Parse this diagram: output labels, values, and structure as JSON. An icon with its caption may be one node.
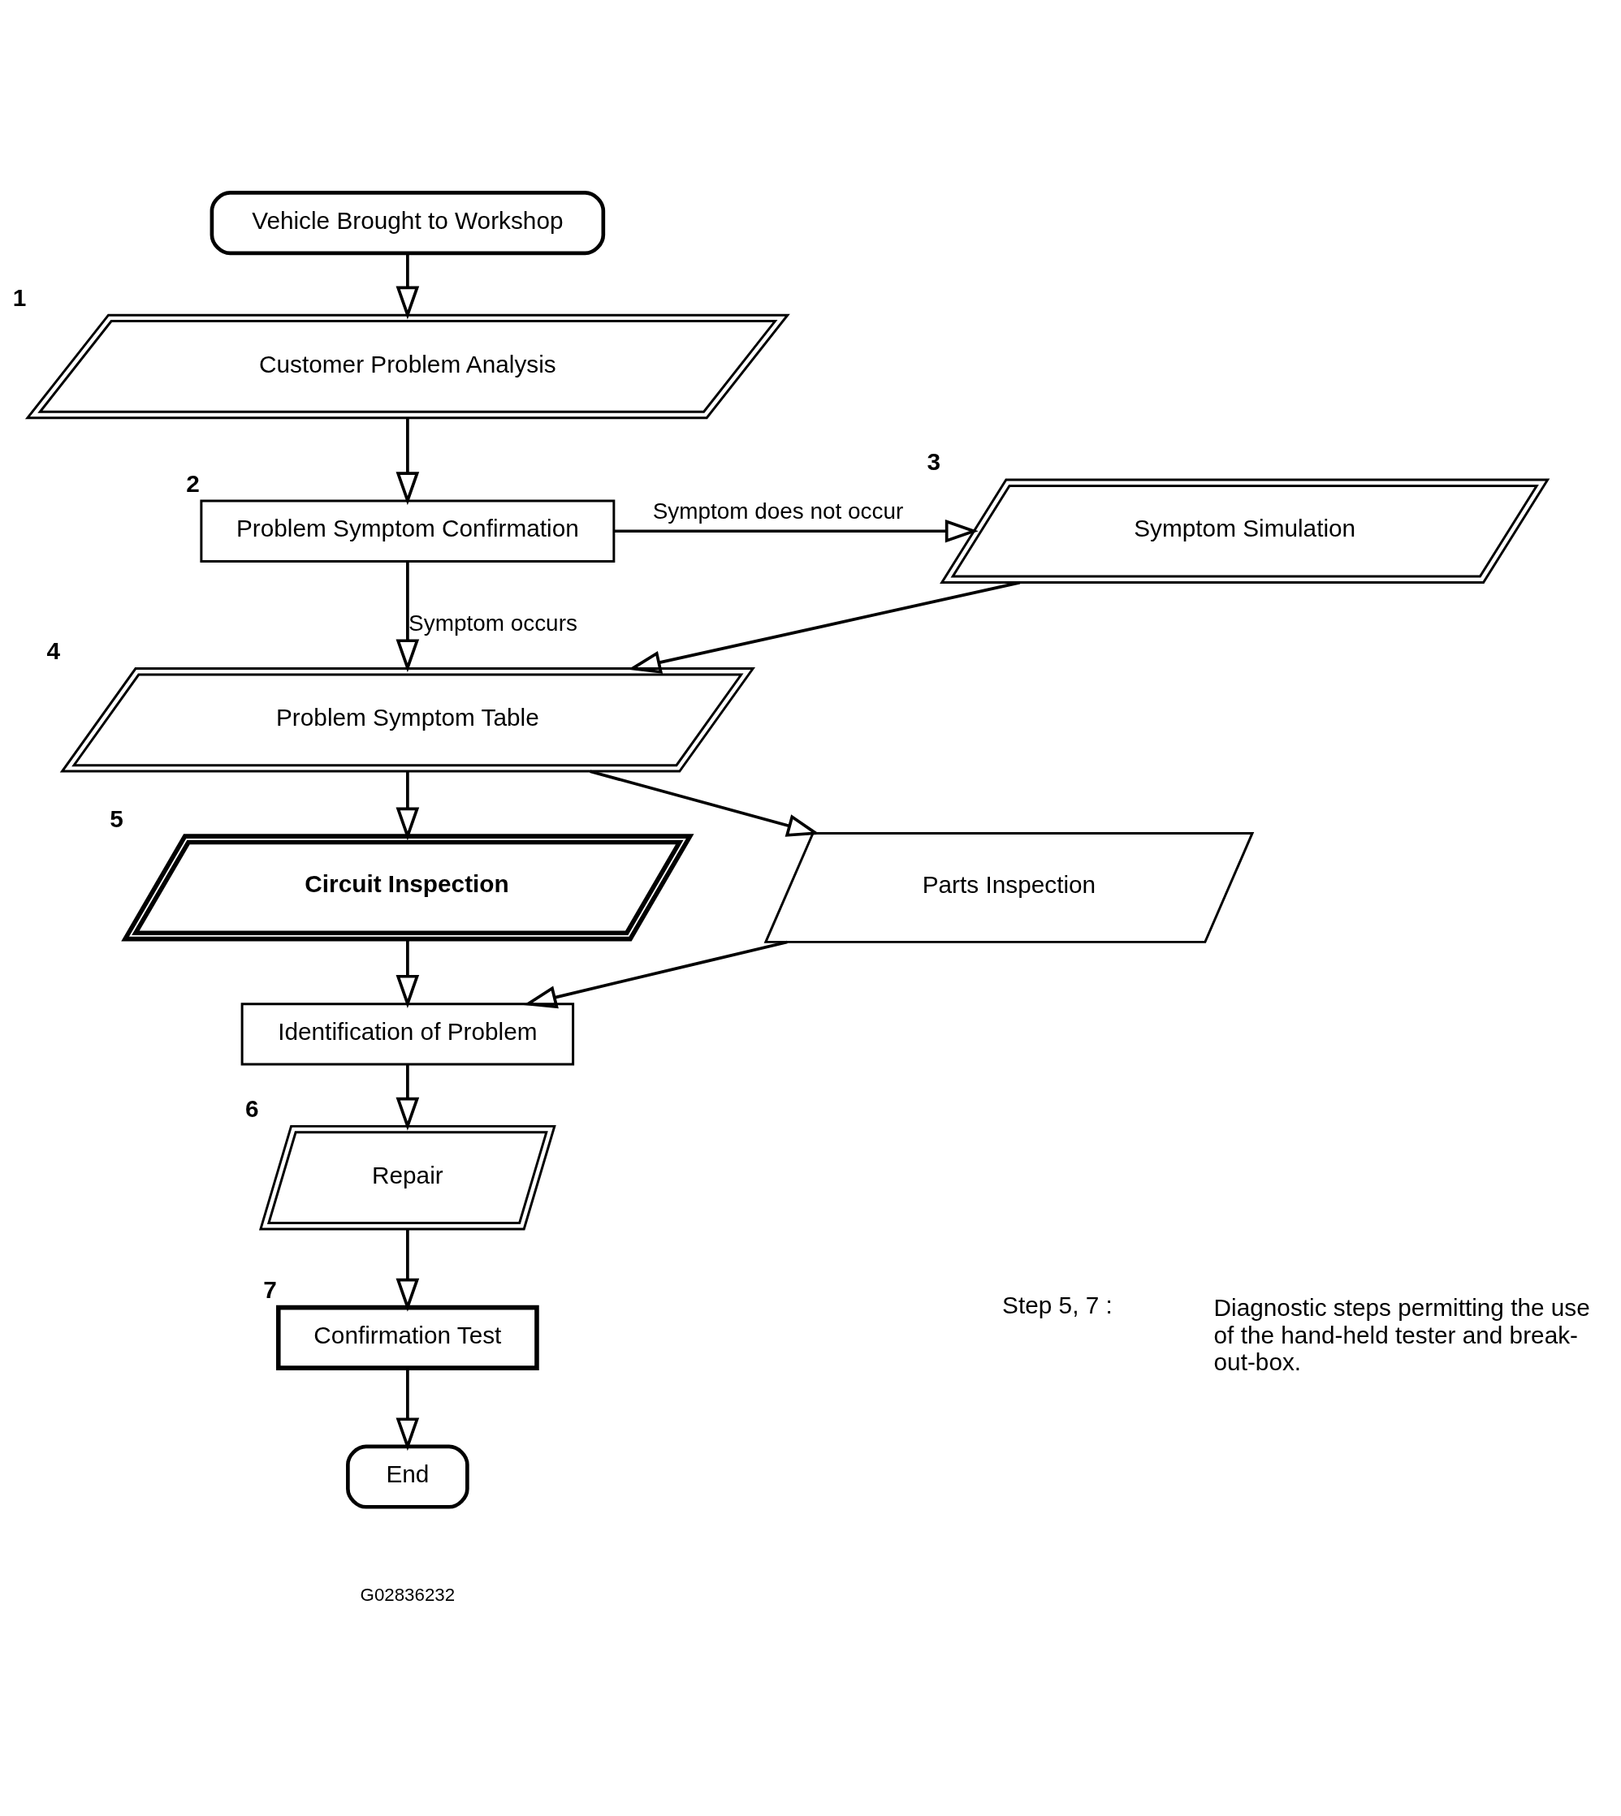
{
  "diagram": {
    "nodes": [
      {
        "text": [
          "Vehicle Brought to Workshop"
        ]
      },
      {
        "text": [
          "Customer Problem Analysis"
        ],
        "beside": [
          "1"
        ]
      },
      {
        "text": [
          "Problem Symptom Confirmation"
        ],
        "beside": [
          "2"
        ]
      },
      {
        "text": [
          "Symptom Simulation"
        ],
        "beside": [
          "3"
        ]
      },
      {
        "text": [
          "Problem Symptom Table"
        ],
        "beside": [
          "4"
        ]
      },
      {
        "text": [
          "Circuit Inspection"
        ],
        "beside": [
          "5"
        ]
      },
      {
        "text": [
          "Parts Inspection"
        ]
      },
      {
        "text": [
          "Identification of Problem"
        ]
      },
      {
        "text": [
          "Repair"
        ],
        "beside": [
          "6"
        ]
      },
      {
        "text": [
          "Confirmation Test"
        ],
        "beside": [
          "7"
        ]
      },
      {
        "text": [
          "End"
        ]
      }
    ],
    "edges": [
      {
        "from": 0,
        "to": 1,
        "arrow": "to"
      },
      {
        "from": 1,
        "to": 2,
        "arrow": "to"
      },
      {
        "from": 2,
        "to": 3,
        "arrow": "to",
        "label": "Symptom does not occur"
      },
      {
        "from": 3,
        "to": 4,
        "arrow": "to"
      },
      {
        "from": 2,
        "to": 4,
        "arrow": "to",
        "label": "Symptom occurs"
      },
      {
        "from": 4,
        "to": 5,
        "arrow": "to"
      },
      {
        "from": 4,
        "to": 6,
        "arrow": "to"
      },
      {
        "from": 5,
        "to": 7,
        "arrow": "to"
      },
      {
        "from": 6,
        "to": 7,
        "arrow": "to"
      },
      {
        "from": 7,
        "to": 8,
        "arrow": "to"
      },
      {
        "from": 8,
        "to": 9,
        "arrow": "to"
      },
      {
        "from": 9,
        "to": 10,
        "arrow": "to"
      }
    ],
    "labels": [
      "Step 5, 7 :",
      "Diagnostic steps permitting the use of the hand-held tester and break-out-box.",
      "G02836232"
    ]
  }
}
